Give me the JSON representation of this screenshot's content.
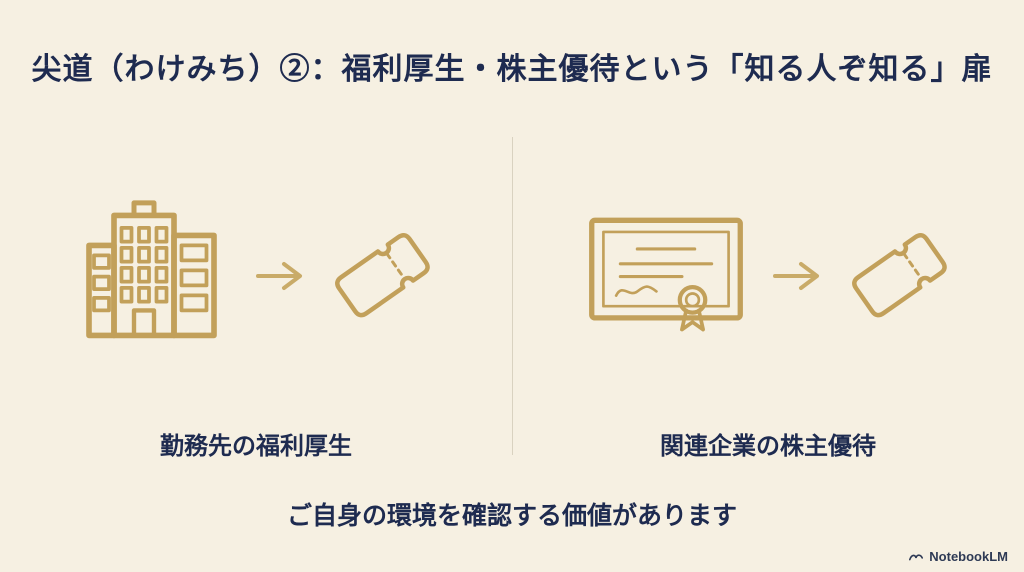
{
  "slide": {
    "title": "尖道（わけみち）②：福利厚生・株主優待という「知る人ぞ知る」扉",
    "panels": [
      {
        "caption": "勤務先の福利厚生",
        "icon": "building-icon",
        "result_icon": "ticket-icon"
      },
      {
        "caption": "関連企業の株主優待",
        "icon": "certificate-icon",
        "result_icon": "ticket-icon"
      }
    ],
    "footer_message": "ご自身の環境を確認する価値があります",
    "watermark": "NotebookLM"
  },
  "icons": {
    "left_panel": "building-icon",
    "right_panel": "certificate-icon",
    "flow": "arrow-right-icon",
    "result": "ticket-icon",
    "watermark": "notebooklm-logo-icon"
  },
  "colors": {
    "background": "#f6f0e2",
    "text": "#1e2b50",
    "gold": "#c2a05a",
    "divider": "#d9d2c0"
  }
}
